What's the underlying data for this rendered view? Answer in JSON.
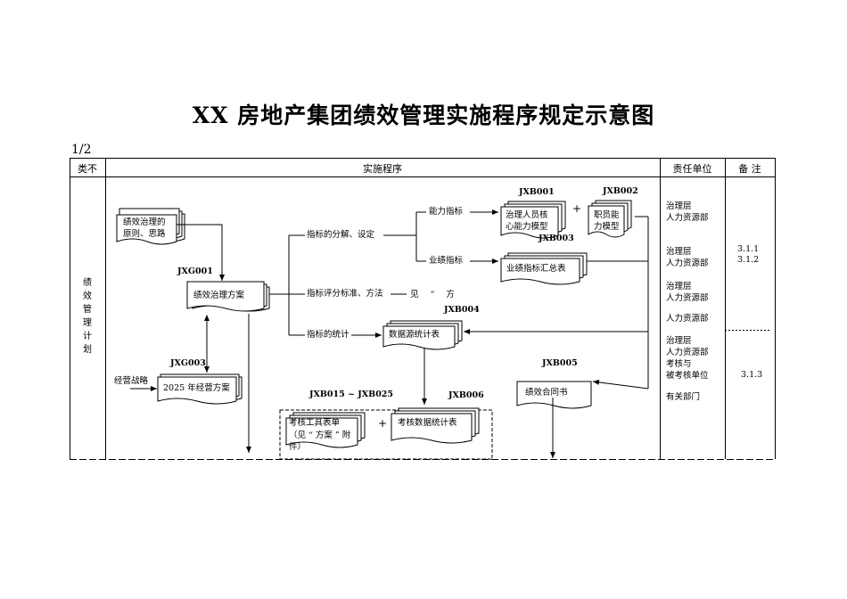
{
  "title": "XX 房地产集团绩效管理实施程序规定示意图",
  "page_number": "1/2",
  "header": {
    "col_category": "类不",
    "col_procedure": "实施程序",
    "col_responsible": "责任单位",
    "col_remarks": "备 注"
  },
  "category": [
    "绩",
    "效",
    "管",
    "理",
    "计",
    "划"
  ],
  "nodes": {
    "principles": {
      "line1": "绩效治理的",
      "line2": "原则、思路"
    },
    "governance_plan": {
      "code": "JXG001",
      "label": "绩效治理方案"
    },
    "business_plan": {
      "code": "JXG003",
      "label": "2025 年经营方案",
      "input": "经营战略"
    },
    "decompose": {
      "label": "指标的分解、设定"
    },
    "ability_index": {
      "label": "能力指标"
    },
    "performance_index": {
      "label": "业绩指标"
    },
    "scoring_standard": {
      "label": "指标评分标准、方法",
      "note": "见 “ 方"
    },
    "statistics": {
      "label": "指标的统计"
    },
    "core_model": {
      "code": "JXB001",
      "line1": "治理人员核",
      "line2": "心能力模型"
    },
    "staff_model": {
      "code": "JXB002",
      "line1": "职员能",
      "line2": "力模型"
    },
    "performance_summary": {
      "code": "JXB003",
      "label": "业绩指标汇总表"
    },
    "data_source": {
      "code": "JXB004",
      "label": "数据源统计表"
    },
    "contract": {
      "code": "JXB005",
      "label": "绩效合同书"
    },
    "tool_forms": {
      "code": "JXB015 ~ JXB025",
      "line1": "考核工具表单",
      "line2": "（见 “ 方案 ” 附",
      "line3": "件）"
    },
    "assessment_data": {
      "code": "JXB006",
      "label": "考核数据统计表"
    },
    "plus": "+"
  },
  "responsible": {
    "block1": [
      "治理层",
      "人力资源部"
    ],
    "block2": [
      "治理层",
      "人力资源部"
    ],
    "block3": [
      "治理层",
      "人力资源部"
    ],
    "block4": [
      "人力资源部"
    ],
    "block5": [
      "治理层",
      "人力资源部",
      "考核与",
      "被考核单位"
    ],
    "block6": [
      "有关部门"
    ]
  },
  "remarks": {
    "r1": "3.1.1",
    "r2": "3.1.2",
    "r3": "3.1.3"
  }
}
